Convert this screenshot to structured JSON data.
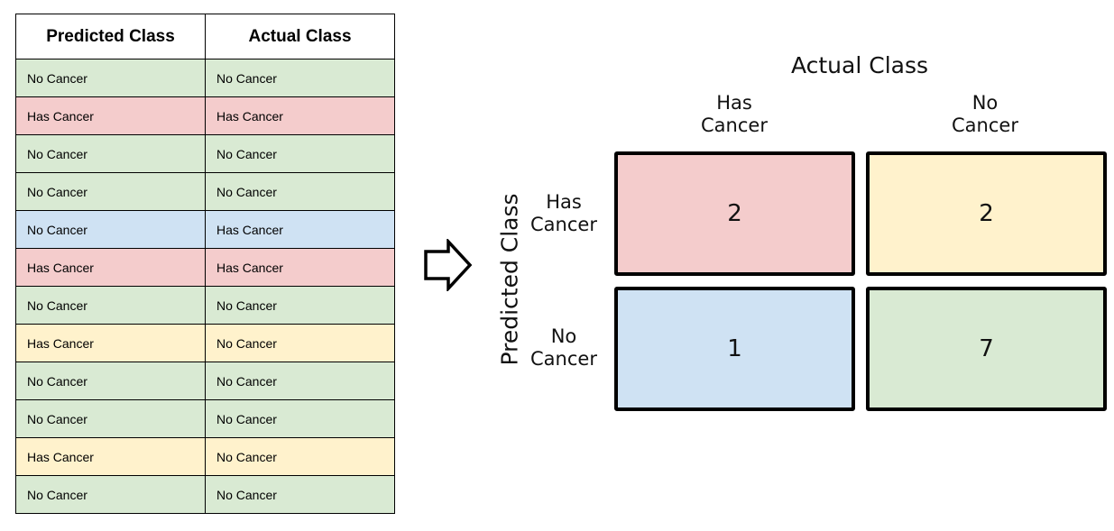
{
  "colors": {
    "green": "#d9ead3",
    "red": "#f4cccc",
    "blue": "#cfe2f3",
    "yellow": "#fff2cc"
  },
  "table": {
    "headers": [
      "Predicted Class",
      "Actual Class"
    ],
    "rows": [
      {
        "predicted": "No Cancer",
        "actual": "No Cancer",
        "color": "#d9ead3"
      },
      {
        "predicted": "Has Cancer",
        "actual": "Has Cancer",
        "color": "#f4cccc"
      },
      {
        "predicted": "No Cancer",
        "actual": "No Cancer",
        "color": "#d9ead3"
      },
      {
        "predicted": "No Cancer",
        "actual": "No Cancer",
        "color": "#d9ead3"
      },
      {
        "predicted": "No Cancer",
        "actual": "Has Cancer",
        "color": "#cfe2f3"
      },
      {
        "predicted": "Has Cancer",
        "actual": "Has Cancer",
        "color": "#f4cccc"
      },
      {
        "predicted": "No Cancer",
        "actual": "No Cancer",
        "color": "#d9ead3"
      },
      {
        "predicted": "Has Cancer",
        "actual": "No Cancer",
        "color": "#fff2cc"
      },
      {
        "predicted": "No Cancer",
        "actual": "No Cancer",
        "color": "#d9ead3"
      },
      {
        "predicted": "No Cancer",
        "actual": "No Cancer",
        "color": "#d9ead3"
      },
      {
        "predicted": "Has Cancer",
        "actual": "No Cancer",
        "color": "#fff2cc"
      },
      {
        "predicted": "No Cancer",
        "actual": "No Cancer",
        "color": "#d9ead3"
      }
    ]
  },
  "arrow_icon": "right-arrow-outline-icon",
  "matrix": {
    "title": "Actual Class",
    "y_axis_label": "Predicted Class",
    "columns": [
      {
        "line1": "Has",
        "line2": "Cancer"
      },
      {
        "line1": "No",
        "line2": "Cancer"
      }
    ],
    "rows": [
      {
        "line1": "Has",
        "line2": "Cancer"
      },
      {
        "line1": "No",
        "line2": "Cancer"
      }
    ],
    "cells": [
      {
        "value": "2",
        "color": "#f4cccc"
      },
      {
        "value": "2",
        "color": "#fff2cc"
      },
      {
        "value": "1",
        "color": "#cfe2f3"
      },
      {
        "value": "7",
        "color": "#d9ead3"
      }
    ]
  }
}
